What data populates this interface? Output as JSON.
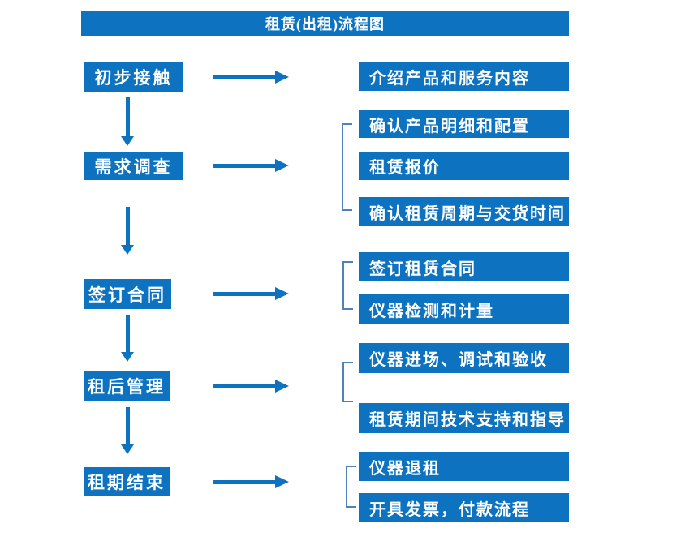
{
  "title": "租赁(出租)流程图",
  "colors": {
    "primary_blue": "#0d72bf",
    "bracket_blue": "#4f81bd",
    "text_white": "#ffffff",
    "background": "#ffffff"
  },
  "steps": [
    {
      "label": "初步接触",
      "details": [
        "介绍产品和服务内容"
      ]
    },
    {
      "label": "需求调查",
      "details": [
        "确认产品明细和配置",
        "租赁报价",
        "确认租赁周期与交货时间"
      ]
    },
    {
      "label": "签订合同",
      "details": [
        "签订租赁合同",
        "仪器检测和计量"
      ]
    },
    {
      "label": "租后管理",
      "details": [
        "仪器进场、调试和验收",
        "租赁期间技术支持和指导"
      ]
    },
    {
      "label": "租期结束",
      "details": [
        "仪器退租",
        "开具发票，付款流程"
      ]
    }
  ]
}
